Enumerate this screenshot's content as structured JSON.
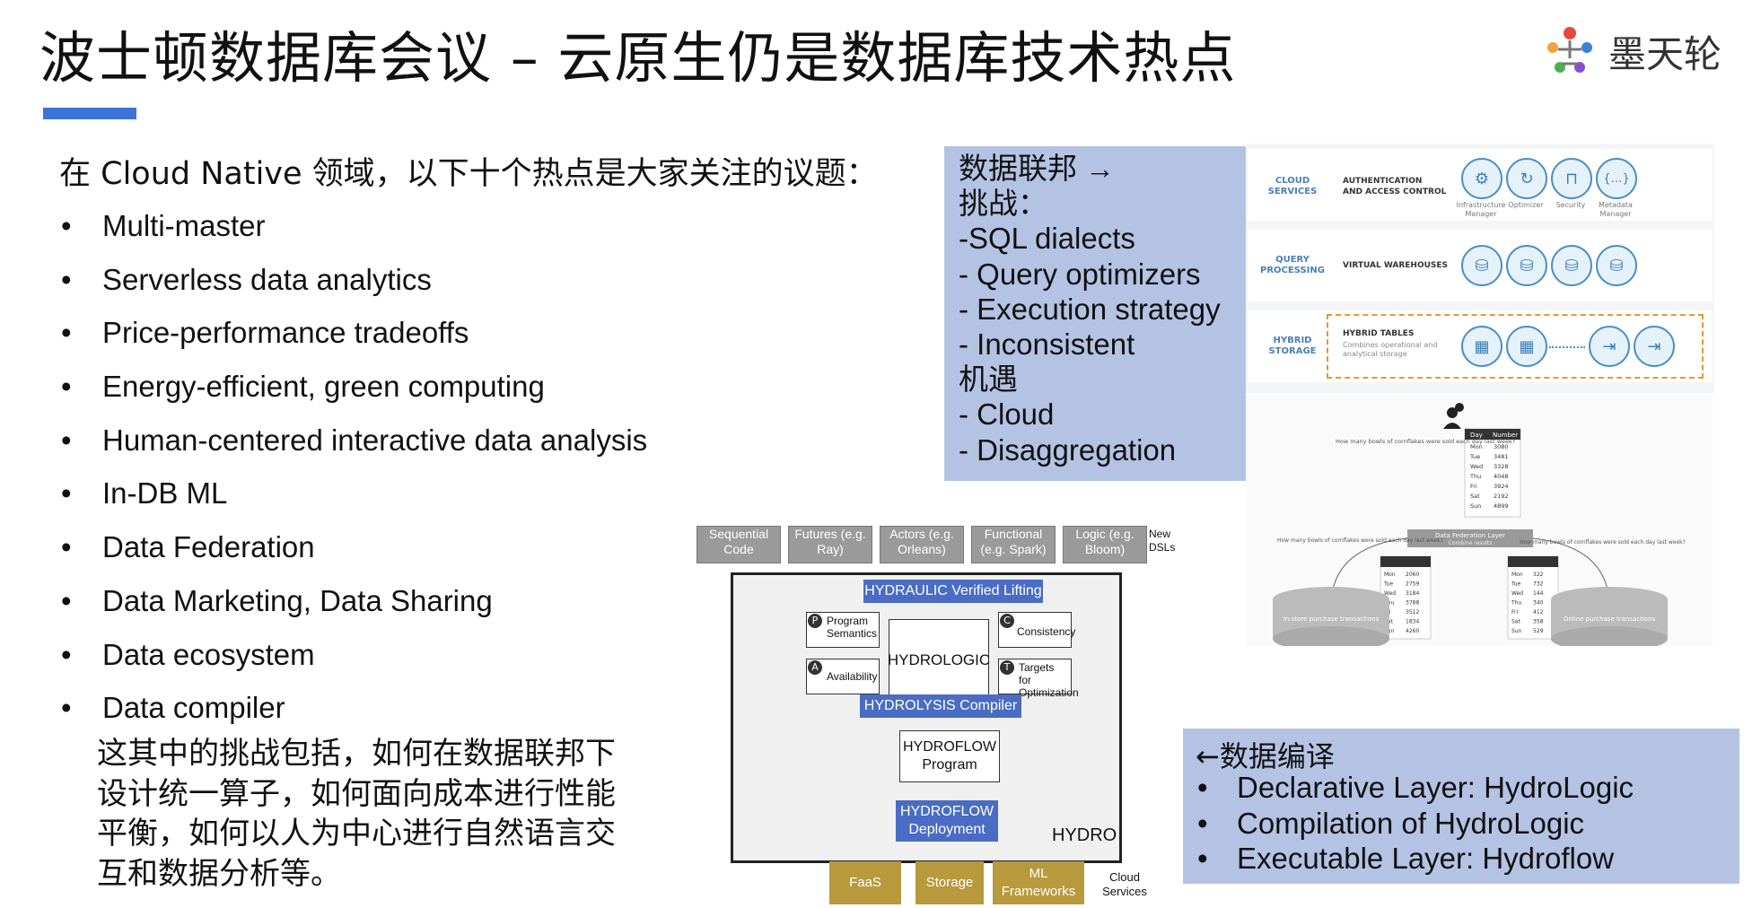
{
  "header": {
    "title": "波士顿数据库会议 – 云原生仍是数据库技术热点",
    "logo_text": "墨天轮",
    "accent_color": "#3b73d9"
  },
  "intro": "在 Cloud Native 领域，以下十个热点是大家关注的议题：",
  "hot_topics": [
    "Multi-master",
    "Serverless data analytics",
    "Price-performance tradeoffs",
    "Energy-efficient, green computing",
    "Human-centered interactive data analysis",
    "In-DB ML",
    "Data Federation",
    "Data Marketing, Data Sharing",
    "Data ecosystem",
    "Data compiler"
  ],
  "challenge_lines": [
    "这其中的挑战包括，如何在数据联邦下",
    "设计统一算子，如何面向成本进行性能",
    "平衡，如何以人为中心进行自然语言交",
    "互和数据分析等。"
  ],
  "federation_box": {
    "lines": [
      "数据联邦 →",
      "挑战：",
      "-SQL dialects",
      "- Query optimizers",
      "- Execution strategy",
      "- Inconsistent",
      "机遇",
      "- Cloud",
      "- Disaggregation"
    ],
    "bg_color": "#b4c3e4"
  },
  "cloud_arch": {
    "rows": [
      {
        "label": "CLOUD\nSERVICES",
        "desc": "AUTHENTICATION\nAND ACCESS CONTROL",
        "icons": [
          {
            "icon": "gear-icon",
            "glyph": "⚙",
            "caption": "Infrastructure Manager"
          },
          {
            "icon": "refresh-icon",
            "glyph": "↻",
            "caption": "Optimizer"
          },
          {
            "icon": "lock-icon",
            "glyph": "🔒",
            "caption": "Security"
          },
          {
            "icon": "braces-icon",
            "glyph": "{…}",
            "caption": "Metadata Manager"
          }
        ]
      },
      {
        "label": "QUERY\nPROCESSING",
        "desc": "VIRTUAL WAREHOUSES",
        "icons": [
          {
            "icon": "database-icon",
            "glyph": "⛁",
            "caption": ""
          },
          {
            "icon": "database-icon",
            "glyph": "⛁",
            "caption": ""
          },
          {
            "icon": "database-icon",
            "glyph": "⛁",
            "caption": ""
          },
          {
            "icon": "database-icon",
            "glyph": "⛁",
            "caption": ""
          }
        ]
      },
      {
        "label": "HYBRID\nSTORAGE",
        "desc": "HYBRID TABLES",
        "subdesc": "Combines operational and analytical storage",
        "icons": [
          {
            "icon": "table-icon",
            "glyph": "▦",
            "caption": ""
          },
          {
            "icon": "table-icon",
            "glyph": "▦",
            "caption": ""
          },
          {
            "icon": "import-icon",
            "glyph": "⇥",
            "caption": ""
          },
          {
            "icon": "import-icon",
            "glyph": "⇥",
            "caption": ""
          }
        ]
      }
    ]
  },
  "federation_diagram": {
    "layer": "Data Federation Layer",
    "layer_sub": "Combine results",
    "question": "How many bowls of cornflakes were sold each day last week?",
    "store_left": "In-store purchase transactions",
    "store_right": "Online purchase transactions",
    "table_header": [
      "Day",
      "Number"
    ],
    "rows_top": [
      [
        "Mon",
        "3080"
      ],
      [
        "Tue",
        "3481"
      ],
      [
        "Wed",
        "3328"
      ],
      [
        "Thu",
        "4048"
      ],
      [
        "Fri",
        "3924"
      ],
      [
        "Sat",
        "2192"
      ],
      [
        "Sun",
        "4899"
      ]
    ],
    "rows_left": [
      [
        "Mon",
        "2060"
      ],
      [
        "Tue",
        "2759"
      ],
      [
        "Wed",
        "3184"
      ],
      [
        "Thu",
        "3788"
      ],
      [
        "Fri",
        "3512"
      ],
      [
        "Sat",
        "1834"
      ],
      [
        "Sun",
        "4260"
      ]
    ],
    "rows_right": [
      [
        "Mon",
        "322"
      ],
      [
        "Tue",
        "732"
      ],
      [
        "Wed",
        "144"
      ],
      [
        "Thu",
        "340"
      ],
      [
        "Fri",
        "412"
      ],
      [
        "Sat",
        "358"
      ],
      [
        "Sun",
        "529"
      ]
    ]
  },
  "hydro_diagram": {
    "dsls": [
      "Sequential Code",
      "Futures (e.g. Ray)",
      "Actors (e.g. Orleans)",
      "Functional (e.g. Spark)",
      "Logic (e.g. Bloom)"
    ],
    "new_dsls": "New DSLs",
    "lifting": "HYDRAULIC Verified Lifting",
    "hydrologic": "HYDROLOGIC",
    "facets": [
      {
        "letter": "P",
        "label": "Program Semantics"
      },
      {
        "letter": "A",
        "label": "Availability"
      },
      {
        "letter": "C",
        "label": "Consistency"
      },
      {
        "letter": "T",
        "label": "Targets for Optimization"
      }
    ],
    "compiler": "HYDROLYSIS Compiler",
    "program": "HYDROFLOW Program",
    "deployment": "HYDROFLOW Deployment",
    "brand": "HYDRO",
    "services": [
      "FaaS",
      "Storage",
      "ML Frameworks"
    ],
    "cloud_services": "Cloud Services"
  },
  "compile_box": {
    "title": "←数据编译",
    "items": [
      "Declarative Layer: HydroLogic",
      "Compilation of HydroLogic",
      "Executable Layer: Hydroflow"
    ],
    "bg_color": "#b4c3e4"
  }
}
